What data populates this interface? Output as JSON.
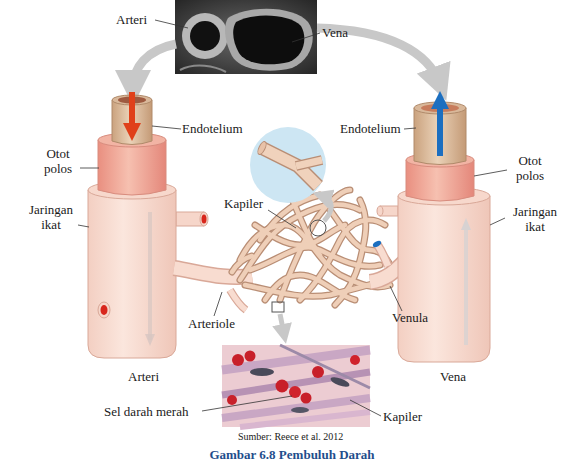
{
  "diagram": {
    "caption": "Gambar 6.8 Pembuluh Darah",
    "labels": [
      "Arteri",
      "Vena",
      "Endotelium",
      "Endotelium",
      "Otot polos",
      "Otot polos",
      "Kapiler",
      "Jaringan ikat",
      "Jaringan ikat",
      "Arteriole",
      "Venula",
      "Arteri",
      "Vena",
      "Sel darah merah",
      "Kapiler",
      "Sumber: Reece et al. 2012"
    ]
  }
}
